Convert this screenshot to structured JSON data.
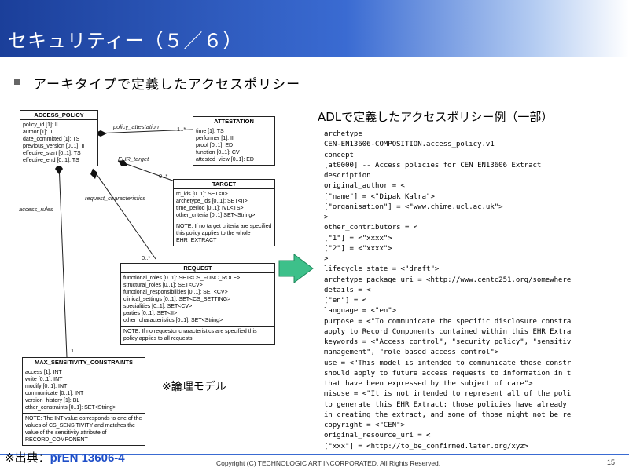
{
  "title": "セキュリティー（５／６）",
  "bullet": "アーキタイプで定義したアクセスポリシー",
  "diagram": {
    "access_policy": {
      "header": "ACCESS_POLICY",
      "attrs": [
        "policy_id [1]: II",
        "author [1]: II",
        "date_committed [1]: TS",
        "previous_version [0..1]: II",
        "effective_start [0..1]: TS",
        "effective_end [0..1]: TS"
      ]
    },
    "attestation": {
      "header": "ATTESTATION",
      "attrs": [
        "time [1]: TS",
        "performer [1]: II",
        "proof [0..1]: ED",
        "function [0..1]: CV",
        "attested_view [0..1]: ED"
      ]
    },
    "target": {
      "header": "TARGET",
      "attrs": [
        "rc_ids [0..1]: SET<II>",
        "archetype_ids [0..1]: SET<II>",
        "time_period [0..1]: IVL<TS>",
        "other_criteria [0..1] SET<String>"
      ],
      "note": "NOTE: If no target criteria are specified this policy applies to the whole EHR_EXTRACT"
    },
    "request": {
      "header": "REQUEST",
      "attrs": [
        "functional_roles [0..1]: SET<CS_FUNC_ROLE>",
        "structural_roles [0..1]: SET<CV>",
        "functional_responsibilities [0..1]: SET<CV>",
        "clinical_settings [0..1]: SET<CS_SETTING>",
        "specialities [0..1]: SET<CV>",
        "parties [0..1]: SET<II>",
        "other_characteristics [0..1]: SET<String>"
      ],
      "note": "NOTE: If no requestor characteristics are specified this policy applies to all requests"
    },
    "max_sensitivity": {
      "header": "MAX_SENSITIVITY_CONSTRAINTS",
      "attrs": [
        "access [1]: INT",
        "write [0..1]: INT",
        "modify [0..1]: INT",
        "communicate [0..1]: INT",
        "version_history [1]: BL",
        "other_constraints [0..1]: SET<String>"
      ],
      "note": "NOTE: The INT value corresponds to one of the values of CS_SENSITIVITY and matches the value of the sensitivity attribute of RECORD_COMPONENT"
    },
    "labels": {
      "policy_attestation": "policy_attestation",
      "ehr_target": "EHR_target",
      "request_characteristics": "request_characteristics",
      "access_rules": "access_rules"
    },
    "multiplicities": {
      "attestation": "1..*",
      "target": "0..*",
      "request": "0..*",
      "max_sensitivity": "1"
    }
  },
  "model_note": "※論理モデル",
  "adl_heading": "ADLで定義したアクセスポリシー例（一部）",
  "adl_lines": [
    "archetype",
    "CEN-EN13606-COMPOSITION.access_policy.v1",
    "concept",
    "[at0000] -- Access policies for CEN EN13606 Extract",
    "description",
    "original_author = <",
    "[\"name\"] = <\"Dipak Kalra\">",
    "[\"organisation\"] = <\"www.chime.ucl.ac.uk\">",
    ">",
    "other_contributors = <",
    "[\"1\"] = <\"xxxx\">",
    "[\"2\"] = <\"xxxx\">",
    ">",
    "lifecycle_state = <\"draft\">",
    "archetype_package_uri = <http://www.centc251.org/somewhere",
    "details = <",
    "[\"en\"] = <",
    "language = <\"en\">",
    "purpose = <\"To communicate the specific disclosure constra",
    "apply to Record Components contained within this EHR Extra",
    "keywords = <\"Access control\", \"security policy\", \"sensitiv",
    "management\", \"role based access control\">",
    "use = <\"This model is intended to communicate those constr",
    "should apply to future access requests to information in t",
    "that have been expressed by the subject of care\">",
    "misuse = <\"It is not intended to represent all of the poli",
    "to generate this EHR Extract: those policies have already",
    "in creating the extract, and some of those might not be re",
    "copyright = <\"CEN\">",
    "original_resource_uri = <",
    "[\"xxx\"] = <http://to_be_confirmed.later.org/xyz>"
  ],
  "footer": {
    "source_prefix": "※出典：",
    "source_doc": "prEN 13606-4",
    "copyright": "Copyright (C) TECHNOLOGIC ART INCORPORATED. All Rights Reserved.",
    "page_number": "15"
  },
  "colors": {
    "title_band": "#1b3f9a",
    "arrow": "#3dc08a",
    "footer_rule": "#3a6bd2",
    "source_doc": "#1f4fc8"
  }
}
